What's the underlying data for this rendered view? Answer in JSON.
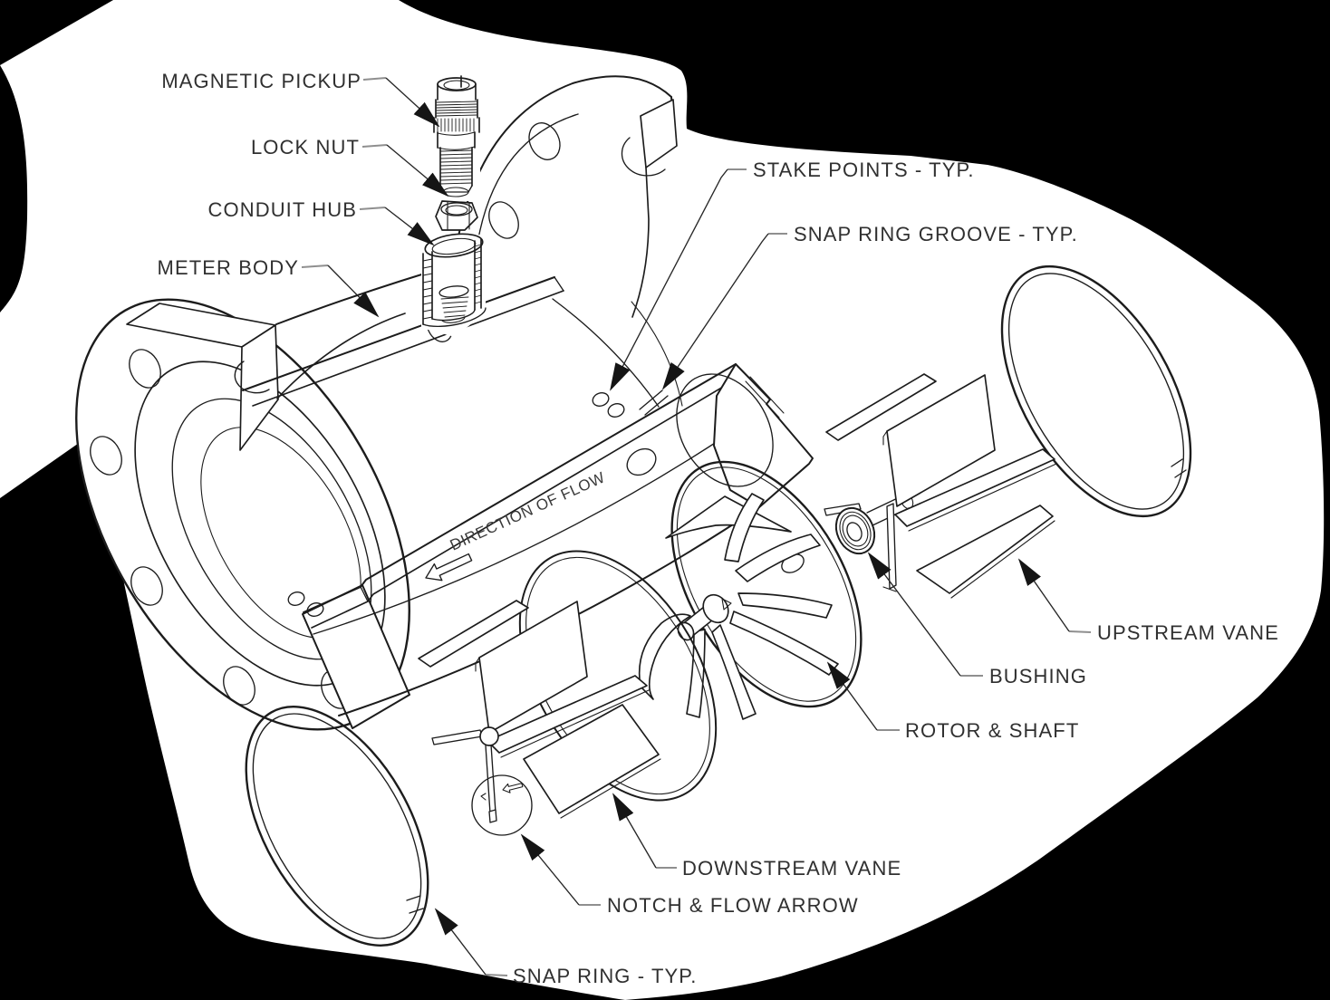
{
  "diagram": {
    "subject": "Turbine flow meter - exploded isometric assembly drawing",
    "style": {
      "background": "#000000",
      "paper": "#ffffff",
      "line_color": "#1c1c1c",
      "label_color": "#303030",
      "leader_tick_color": "#8f8f8f"
    },
    "labels": {
      "magnetic_pickup": "MAGNETIC PICKUP",
      "lock_nut": "LOCK NUT",
      "conduit_hub": "CONDUIT HUB",
      "meter_body": "METER BODY",
      "stake_points": "STAKE POINTS - TYP.",
      "snap_ring_groove": "SNAP RING GROOVE - TYP.",
      "direction_of_flow": "DIRECTION OF FLOW",
      "upstream_vane": "UPSTREAM VANE",
      "bushing": "BUSHING",
      "rotor_shaft": "ROTOR & SHAFT",
      "downstream_vane": "DOWNSTREAM VANE",
      "notch_flow_arrow": "NOTCH & FLOW ARROW",
      "snap_ring": "SNAP RING - TYP."
    }
  }
}
